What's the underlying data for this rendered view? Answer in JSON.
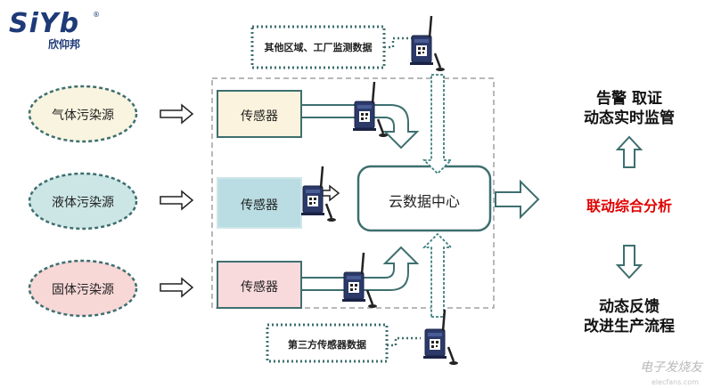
{
  "logo": {
    "mark": "SiYb",
    "registered": "®",
    "subtitle": "欣仰邦"
  },
  "sources": [
    "气体污染源",
    "液体污染源",
    "固体污染源"
  ],
  "sensors": [
    "传感器",
    "传感器",
    "传感器"
  ],
  "cloud": "云数据中心",
  "other_data": "其他区域、工厂监测数据",
  "third_party": "第三方传感器数据",
  "right": {
    "top_line1": "告警 取证",
    "top_line2": "动态实时监管",
    "middle": "联动综合分析",
    "bottom_line1": "动态反馈",
    "bottom_line2": "改进生产流程"
  },
  "colors": {
    "source_gas": "#f9f4df",
    "source_liquid": "#cce6e6",
    "source_solid": "#f8d7d7",
    "sensor_gas": "#fbf3dd",
    "sensor_liquid": "#b9dde3",
    "sensor_solid": "#f8d9dc",
    "frame": "#3e6f6f",
    "highlight": "#e00000"
  },
  "watermark": {
    "text": "电子发烧友",
    "url": "elecfans.com"
  }
}
